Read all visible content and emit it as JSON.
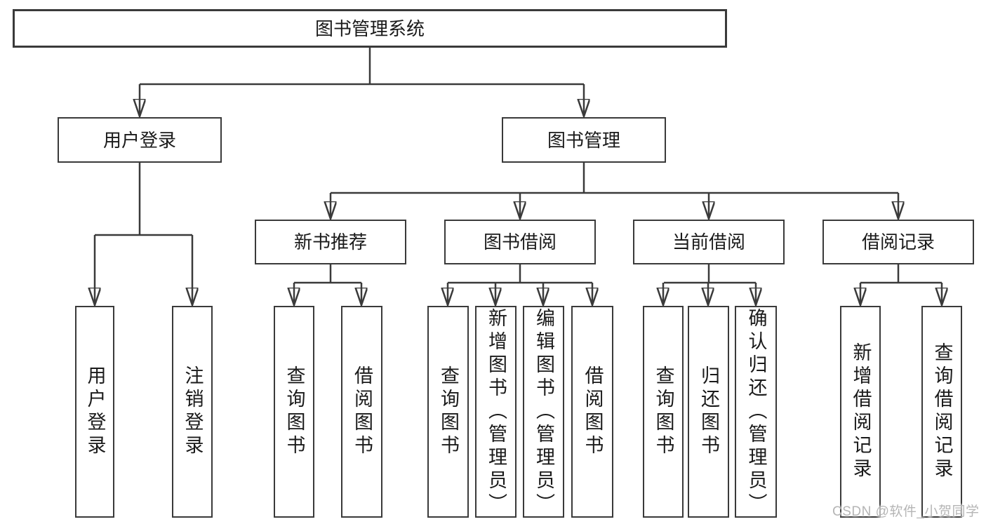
{
  "diagram_title": "图书管理系统",
  "tree": {
    "label": "图书管理系统",
    "children": [
      {
        "label": "用户登录",
        "children": [
          {
            "label": "用户登录"
          },
          {
            "label": "注销登录"
          }
        ]
      },
      {
        "label": "图书管理",
        "children": [
          {
            "label": "新书推荐",
            "children": [
              {
                "label": "查询图书"
              },
              {
                "label": "借阅图书"
              }
            ]
          },
          {
            "label": "图书借阅",
            "children": [
              {
                "label": "查询图书"
              },
              {
                "label": "新增图书（管理员）"
              },
              {
                "label": "编辑图书（管理员）"
              },
              {
                "label": "借阅图书"
              }
            ]
          },
          {
            "label": "当前借阅",
            "children": [
              {
                "label": "查询图书"
              },
              {
                "label": "归还图书"
              },
              {
                "label": "确认归还（管理员）"
              }
            ]
          },
          {
            "label": "借阅记录",
            "children": [
              {
                "label": "新增借阅记录"
              },
              {
                "label": "查询借阅记录"
              }
            ]
          }
        ]
      }
    ]
  },
  "watermark": {
    "text": "CSDN @软件_小贺同学"
  },
  "colors": {
    "line": "#3a3a3a",
    "text": "#1a1a1a",
    "watermark": "#b5b5b5",
    "background": "#ffffff"
  }
}
